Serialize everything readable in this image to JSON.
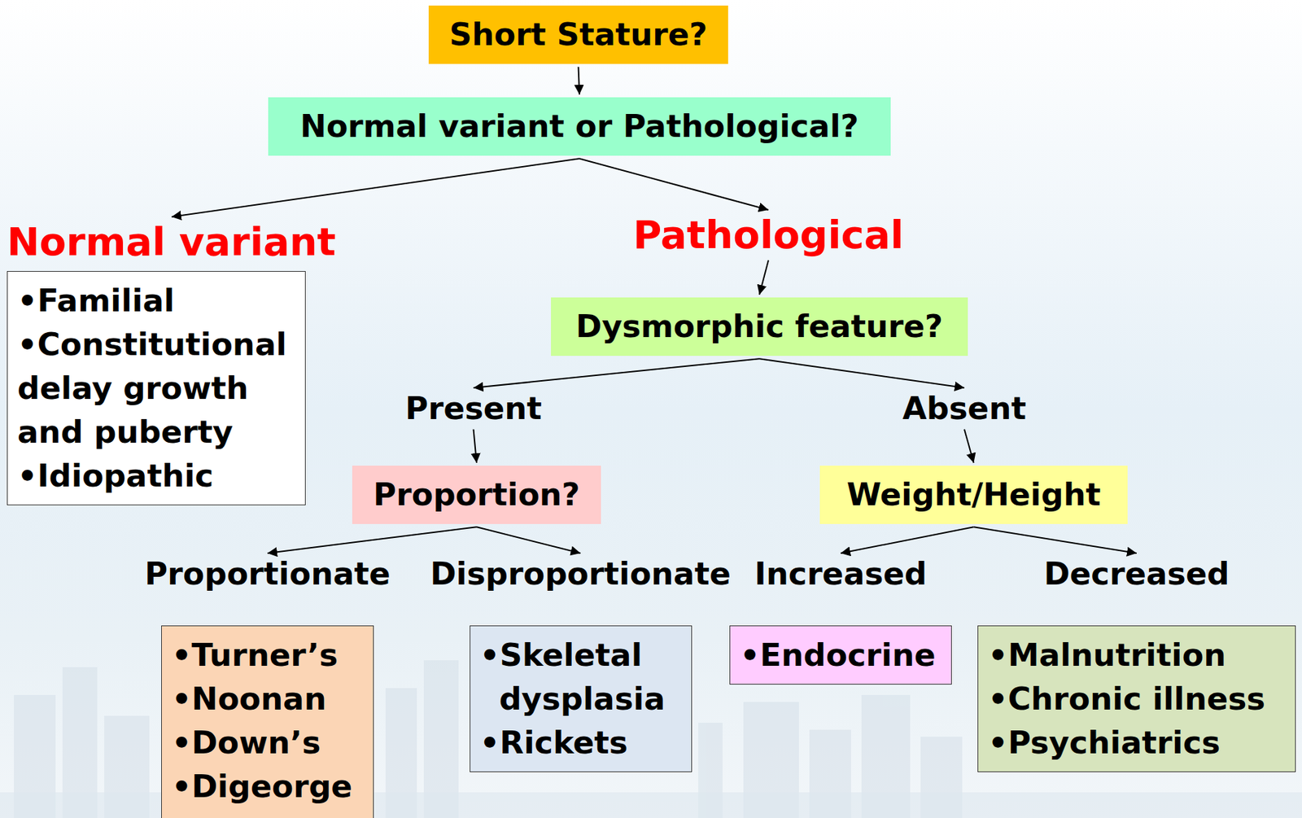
{
  "diagram": {
    "nodes": [
      {
        "text": [
          "Short Stature?"
        ]
      },
      {
        "text": [
          "Normal variant or Pathological?"
        ]
      },
      {
        "text": [
          "Normal variant",
          "•Familial",
          "•Constitutional delay growth and puberty",
          "•Idiopathic"
        ]
      },
      {
        "text": [
          "Pathological"
        ]
      },
      {
        "text": [
          "Dysmorphic feature?"
        ]
      },
      {
        "text": [
          "Present"
        ]
      },
      {
        "text": [
          "Absent"
        ]
      },
      {
        "text": [
          "Proportion?"
        ]
      },
      {
        "text": [
          "Weight/Height"
        ]
      },
      {
        "text": [
          "Proportionate",
          "•Turner’s",
          "•Noonan",
          "•Down’s",
          "•Digeorge"
        ]
      },
      {
        "text": [
          "Disproportionate",
          "•Skeletal dysplasia",
          "•Rickets"
        ]
      },
      {
        "text": [
          "Increased",
          "•Endocrine"
        ]
      },
      {
        "text": [
          "Decreased",
          "•Malnutrition",
          "•Chronic illness",
          "•Psychiatrics"
        ]
      }
    ],
    "edges": [
      {
        "from": 0,
        "to": 1,
        "arrow": "to"
      },
      {
        "from": 1,
        "to": 2,
        "arrow": "to"
      },
      {
        "from": 1,
        "to": 3,
        "arrow": "to"
      },
      {
        "from": 3,
        "to": 4,
        "arrow": "to"
      },
      {
        "from": 4,
        "to": 5,
        "arrow": "to"
      },
      {
        "from": 4,
        "to": 6,
        "arrow": "to"
      },
      {
        "from": 5,
        "to": 7,
        "arrow": "to"
      },
      {
        "from": 6,
        "to": 8,
        "arrow": "to"
      },
      {
        "from": 7,
        "to": 9,
        "arrow": "to"
      },
      {
        "from": 7,
        "to": 10,
        "arrow": "to"
      },
      {
        "from": 8,
        "to": 11,
        "arrow": "to"
      },
      {
        "from": 8,
        "to": 12,
        "arrow": "to"
      }
    ]
  }
}
